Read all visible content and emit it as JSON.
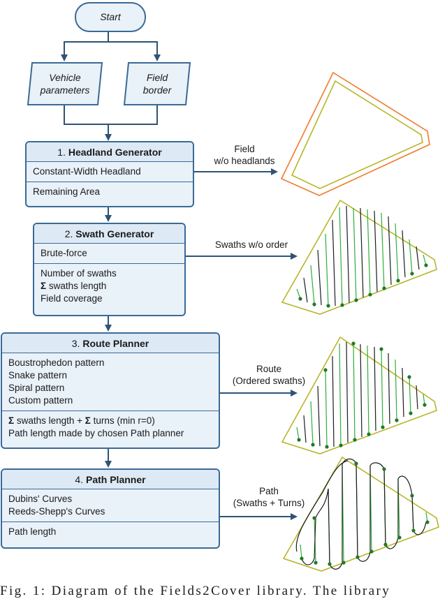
{
  "start": "Start",
  "inputs": {
    "vehicle": [
      "Vehicle",
      "parameters"
    ],
    "field": [
      "Field",
      "border"
    ]
  },
  "headland": {
    "num": "1.",
    "title": "Headland Generator",
    "items": [
      "Constant-Width Headland",
      "Remaining Area"
    ]
  },
  "swath": {
    "num": "2.",
    "title": "Swath Generator",
    "algo": "Brute-force",
    "costs": [
      "Number of swaths",
      "Σ swaths length",
      "Field coverage"
    ]
  },
  "route": {
    "num": "3.",
    "title": "Route Planner",
    "patterns": [
      "Boustrophedon pattern",
      "Snake pattern",
      "Spiral pattern",
      "Custom pattern"
    ],
    "costs": [
      "Σ swaths length + Σ turns (min r=0)",
      "Path length made by chosen Path planner"
    ]
  },
  "path": {
    "num": "4.",
    "title": "Path Planner",
    "curves": [
      "Dubins' Curves",
      "Reeds-Shepp's Curves"
    ],
    "cost": "Path length"
  },
  "arrows": {
    "field": [
      "Field",
      "w/o headlands"
    ],
    "swaths": "Swaths w/o order",
    "route": [
      "Route",
      "(Ordered swaths)"
    ],
    "path": [
      "Path",
      "(Swaths + Turns)"
    ]
  },
  "colors": {
    "box_border": "#3a6a96",
    "box_fill": "#e9f1f9",
    "arrow": "#2f5373",
    "field_outer": "#f07a2a",
    "field_inner": "#b7b52a",
    "swath_green": "#2fae3a",
    "swath_dark": "#1d1d1d"
  },
  "caption": "Fig. 1: Diagram of the Fields2Cover library. The library"
}
